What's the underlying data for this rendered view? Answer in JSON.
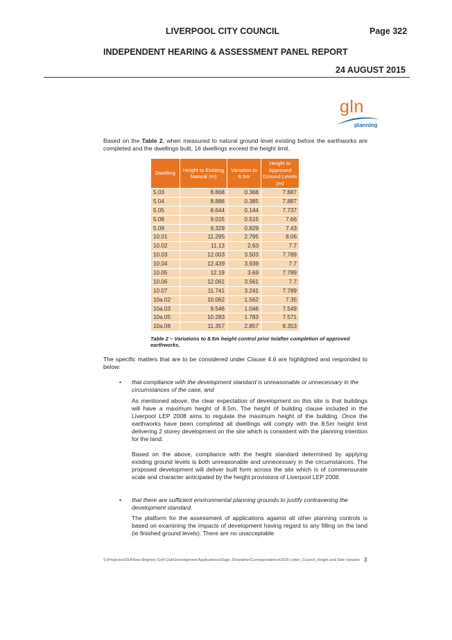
{
  "header": {
    "council": "LIVERPOOL CITY COUNCIL",
    "page": "Page 322",
    "report": "INDEPENDENT HEARING & ASSESSMENT PANEL REPORT",
    "date": "24 AUGUST 2015"
  },
  "logo": {
    "main": "gln",
    "sub": "planning",
    "colors": {
      "text": "#e2721c",
      "swoosh": "#1d6fa9"
    }
  },
  "intro": {
    "before": "Based on the ",
    "bold": "Table 2",
    "after": ", when measured to natural ground level existing before the earthworks are completed and the dwellings built, 16 dwellings exceed the height limit."
  },
  "table": {
    "headers": [
      "Dwelling",
      "Height to Existing Natural (m)",
      "Variation to 8.5m",
      "Height to Approved Ground Levels (m)"
    ],
    "rows": [
      [
        "5.03",
        "8.868",
        "0.368",
        "7.887"
      ],
      [
        "5.04",
        "8.886",
        "0.385",
        "7.887"
      ],
      [
        "5.05",
        "8.644",
        "0.144",
        "7.737"
      ],
      [
        "5.08",
        "9.015",
        "0.515",
        "7.66"
      ],
      [
        "5.09",
        "9.329",
        "0.829",
        "7.43"
      ],
      [
        "10.01",
        "11.295",
        "2.795",
        "8.06"
      ],
      [
        "10.02",
        "11.13",
        "2.63",
        "7.7"
      ],
      [
        "10.03",
        "12.003",
        "3.503",
        "7.789"
      ],
      [
        "10.04",
        "12.439",
        "3.939",
        "7.7"
      ],
      [
        "10.05",
        "12.19",
        "3.69",
        "7.789"
      ],
      [
        "10.06",
        "12.061",
        "3.561",
        "7.7"
      ],
      [
        "10.07",
        "11.741",
        "3.241",
        "7.789"
      ],
      [
        "10a.02",
        "10.062",
        "1.562",
        "7.35"
      ],
      [
        "10a.03",
        "9.546",
        "1.046",
        "7.549"
      ],
      [
        "10a.05",
        "10.283",
        "1.783",
        "7.571"
      ],
      [
        "10a.08",
        "11.357",
        "2.857",
        "8.353"
      ]
    ],
    "colors": {
      "header": "#e8741f",
      "row": "#f6d8b4"
    }
  },
  "caption": "Table 2 – Variations to 8.5m height control prior to/after completion of approved earthworks.",
  "specific": "The specific matters that are to be considered under Clause 4.6 are highlighted and responded to below:",
  "bullets": [
    {
      "marker": "•",
      "text": "that compliance with the development standard is unreasonable or unnecessary in the circumstances of the case, and",
      "paras": [
        "As mentioned above, the clear expectation of development on this site is that buildings will have a maximum height of 8.5m. The height of building clause included in the Liverpool LEP 2008 aims to regulate the maximum height of the building. Once the earthworks have been completed all dwellings will comply with the 8.5m height limit delivering 2 storey development on the site which is consistent with the planning intention for the land.",
        "Based on the above, compliance with the height standard determined by applying existing ground levels is both unreasonable and unnecessary in the circumstances. The proposed development will deliver built form across the site which is of commensurate scale and character anticipated by the height provisions of Liverpool LEP 2008."
      ]
    },
    {
      "marker": "•",
      "text": "that there are sufficient environmental planning grounds to justify contravening the development standard.",
      "paras": [
        "The platform for the assessment of applications against all other planning controls is based on examining the impacts of development having regard to any filling on the land (ie finished ground levels). There are no unacceptable"
      ]
    }
  ],
  "footer": {
    "path": "S:\\Projects\\2014\\New Brighton Golf Club\\Development Applications\\Stage 3\\Variation\\Correspondence\\2015 Letter_Council_Height and Side Variation.docx",
    "number": "3"
  }
}
